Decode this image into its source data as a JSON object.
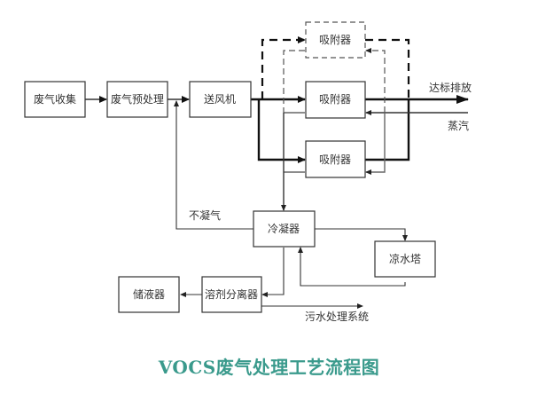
{
  "title": "VOCS废气处理工艺流程图",
  "title_color": "#3a9a8c",
  "nodes": {
    "collection": "废气收集",
    "pretreatment": "废气预处理",
    "blower": "送风机",
    "adsorber_standby": "吸附器",
    "adsorber_1": "吸附器",
    "adsorber_2": "吸附器",
    "condenser": "冷凝器",
    "cooling_tower": "凉水塔",
    "solvent_separator": "溶剂分离器",
    "storage_tank": "储液器"
  },
  "labels": {
    "discharge": "达标排放",
    "steam": "蒸汽",
    "non_condensable": "不凝气",
    "wastewater": "污水处理系统"
  }
}
